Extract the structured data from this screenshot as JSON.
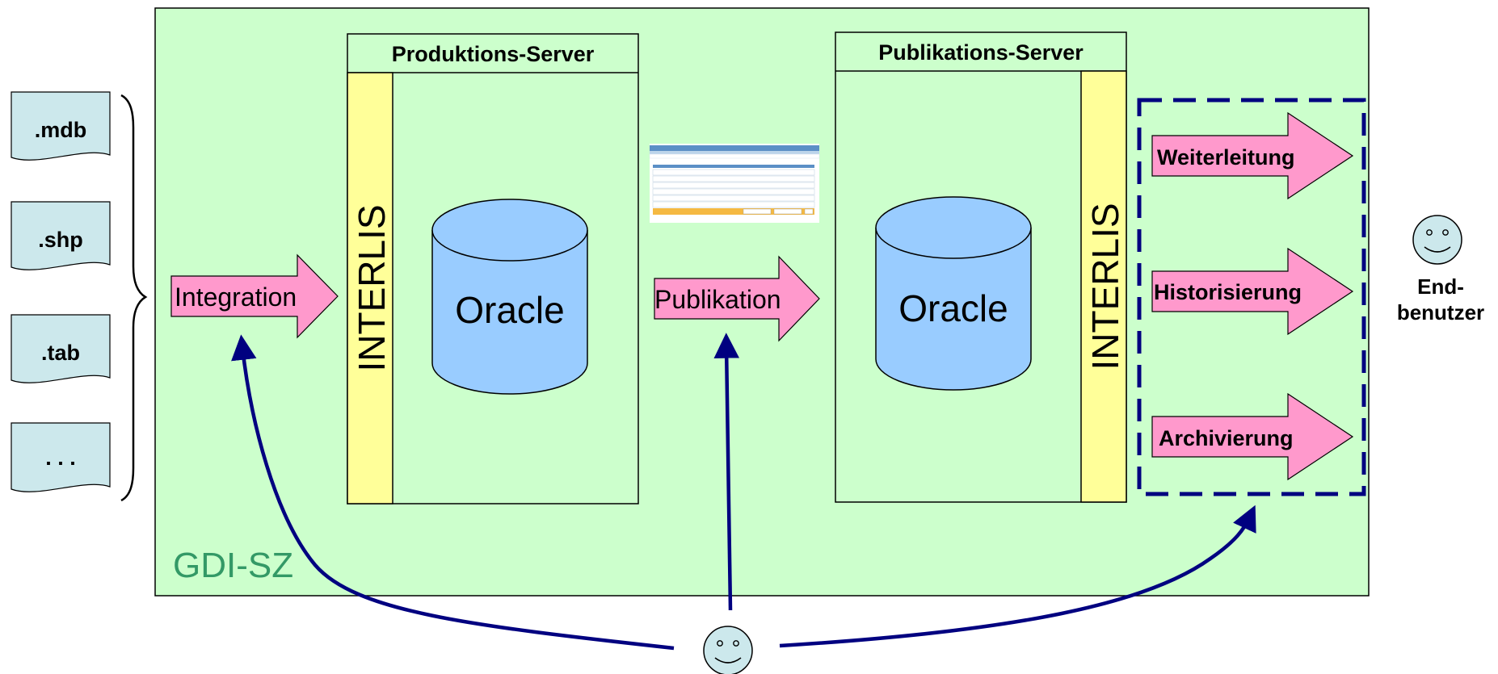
{
  "zone": {
    "label": "GDI-SZ"
  },
  "formats": [
    ".mdb",
    ".shp",
    ".tab",
    ". . ."
  ],
  "production_server": {
    "title": "Produktions-Server",
    "interface": "INTERLIS",
    "database": "Oracle"
  },
  "publication_server": {
    "title": "Publikations-Server",
    "interface": "INTERLIS",
    "database": "Oracle"
  },
  "flow": {
    "integration": "Integration",
    "publication": "Publikation"
  },
  "services": [
    "Weiterleitung",
    "Historisierung",
    "Archivierung"
  ],
  "end_user": {
    "line1": "End-",
    "line2": "benutzer"
  },
  "colors": {
    "zone_fill": "#ccffcc",
    "zone_label": "#339966",
    "document_fill": "#cce8ec",
    "arrow_fill": "#ff99cc",
    "interlis_fill": "#ffff99",
    "cylinder_fill": "#99ccff",
    "navy": "#000080",
    "smiley_fill": "#cce8ec"
  }
}
